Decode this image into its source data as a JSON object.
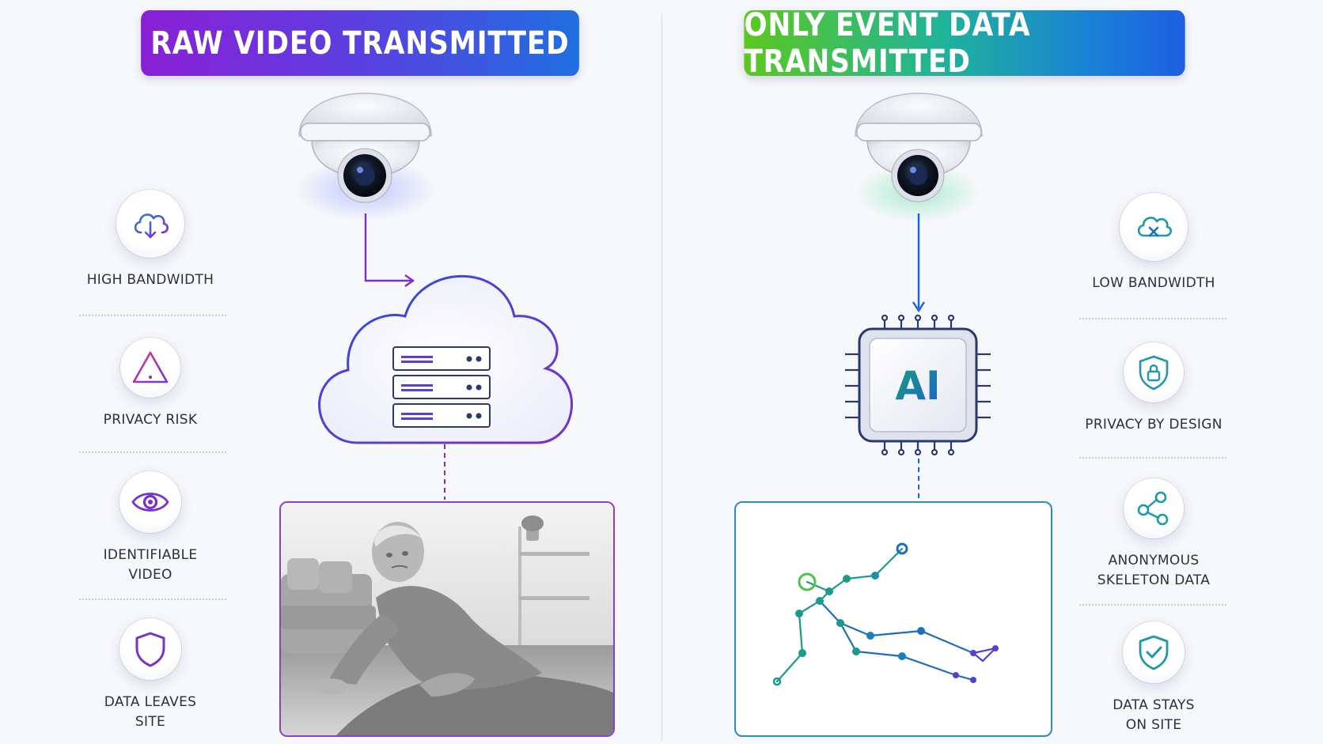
{
  "left": {
    "title": "RAW VIDEO TRANSMITTED",
    "features": [
      {
        "label": "HIGH BANDWIDTH",
        "icon": "cloud-download-icon"
      },
      {
        "label": "PRIVACY RISK",
        "icon": "warning-triangle-icon"
      },
      {
        "label": "IDENTIFIABLE\nVIDEO",
        "icon": "eye-icon"
      },
      {
        "label": "DATA LEAVES\nSITE",
        "icon": "shield-icon"
      }
    ],
    "image": "grayscale-photo-elderly-man-fallen-on-floor"
  },
  "right": {
    "title": "ONLY EVENT DATA TRANSMITTED",
    "chip_label": "AI",
    "features": [
      {
        "label": "LOW BANDWIDTH",
        "icon": "cloud-x-icon"
      },
      {
        "label": "PRIVACY BY DESIGN",
        "icon": "shield-lock-icon"
      },
      {
        "label": "ANONYMOUS\nSKELETON DATA",
        "icon": "nodes-share-icon"
      },
      {
        "label": "DATA STAYS\nON SITE",
        "icon": "shield-check-icon"
      }
    ],
    "image": "skeleton-keypoint-figure-fallen"
  },
  "colors": {
    "left_gradient": [
      "#8b1fd6",
      "#1f6fe0"
    ],
    "right_gradient": [
      "#5cc81f",
      "#1a98c9",
      "#1c5fe0"
    ],
    "left_accent": "#7a2fd0",
    "right_accent": "#1c9aa7",
    "ai_text": "#1a7fbf"
  }
}
